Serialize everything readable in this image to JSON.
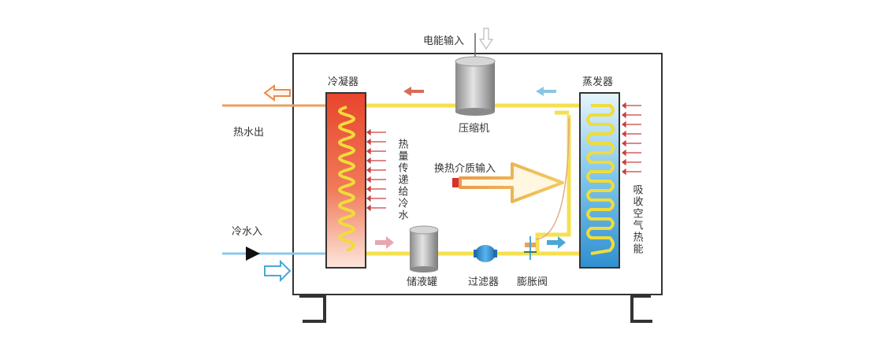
{
  "labels": {
    "power_input": "电能输入",
    "compressor": "压缩机",
    "condenser": "冷凝器",
    "evaporator": "蒸发器",
    "hot_water_out": "热水出",
    "cold_water_in": "冷水入",
    "heat_transfer_vertical": "热量传递给冷水",
    "medium_input": "换热介质输入",
    "absorb_air_heat_vertical": "吸收空气热能",
    "liquid_tank": "储液罐",
    "filter": "过滤器",
    "expansion_valve": "膨胀阀"
  },
  "colors": {
    "pipe_yellow": "#f5e050",
    "condenser_red": "#e8452c",
    "evaporator_blue": "#3aa0d8",
    "hot_arrow": "#e88a4a",
    "cold_arrow": "#4aa8d8",
    "heat_arrow_red": "#c84040",
    "frame_dark": "#333333"
  }
}
